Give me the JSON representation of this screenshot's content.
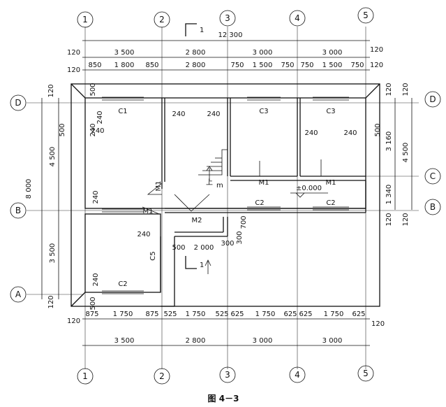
{
  "figure": {
    "caption": "图 4－3",
    "axes_top": [
      "1",
      "2",
      "3",
      "4",
      "5"
    ],
    "axes_bottom": [
      "1",
      "2",
      "3",
      "4",
      "5"
    ],
    "axes_left": [
      "D",
      "B",
      "A"
    ],
    "axes_right": [
      "D",
      "C",
      "B"
    ],
    "section_mark_top": "1",
    "section_mark_bottom": "1"
  },
  "dimensions": {
    "top_total": "12 300",
    "top_row2": [
      "3 500",
      "2 800",
      "3 000",
      "3 000"
    ],
    "top_row3": [
      "850",
      "1 800",
      "850",
      "2 800",
      "750",
      "1 500",
      "750",
      "750",
      "1 500",
      "750"
    ],
    "top_edge_left": [
      "120",
      "120"
    ],
    "top_edge_right": [
      "120",
      "120"
    ],
    "bottom_row1": [
      "875",
      "1 750",
      "875",
      "525",
      "1 750",
      "525",
      "625",
      "1 750",
      "625",
      "625",
      "1 750",
      "625"
    ],
    "bottom_edge_left": "120",
    "bottom_edge_right": "120",
    "bottom_row2": [
      "3 500",
      "2 800",
      "3 000",
      "3 000"
    ],
    "left_total": "8 000",
    "left_segments": [
      "4 500",
      "3 500"
    ],
    "left_edges": [
      "120",
      "120"
    ],
    "right_segments": [
      "3 160",
      "1 340"
    ],
    "right_total": "4 500",
    "right_edges": [
      "120",
      "120",
      "120",
      "120"
    ],
    "wall_small": [
      "500",
      "500",
      "500",
      "500",
      "500",
      "300",
      "700",
      "2 000",
      "300"
    ]
  },
  "labels": {
    "windows": [
      "C1",
      "C3",
      "C3",
      "C2",
      "C2",
      "C2",
      "C5"
    ],
    "doors": [
      "M1",
      "M1",
      "M1",
      "M1",
      "M2"
    ],
    "wall_thickness": [
      "240",
      "240",
      "240",
      "240",
      "240",
      "240",
      "240",
      "240",
      "240",
      "240"
    ],
    "stair": "上",
    "stair_sub": "m",
    "elevation": "±0.000"
  }
}
